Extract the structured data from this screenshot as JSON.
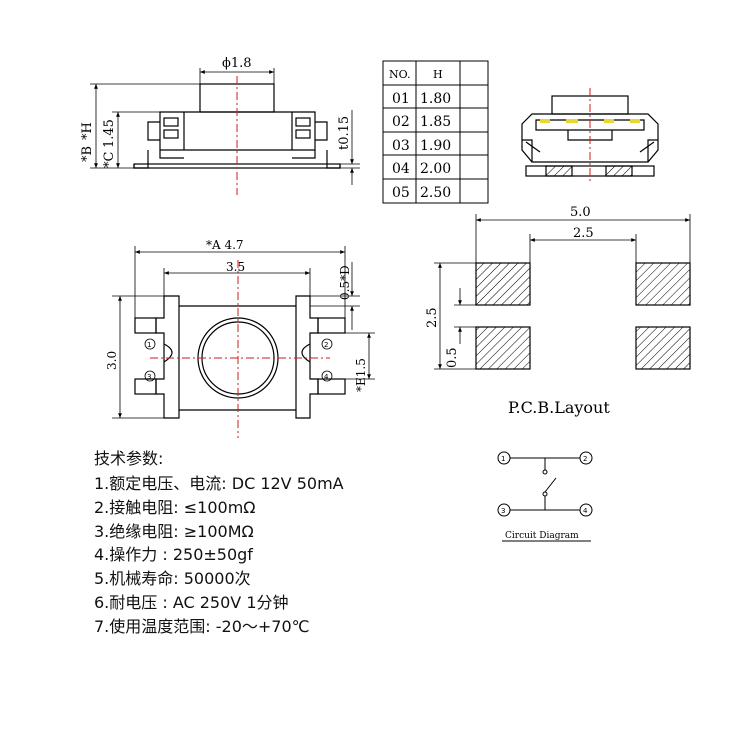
{
  "top_view": {
    "diameter_label": "ϕ1.8",
    "height_label": "*H",
    "b_label": "*B",
    "c_label": "*C",
    "c_value": "1.45",
    "t_label": "t0.15"
  },
  "height_table": {
    "headers": [
      "NO.",
      "H"
    ],
    "rows": [
      {
        "no": "01",
        "h": "1.80"
      },
      {
        "no": "02",
        "h": "1.85"
      },
      {
        "no": "03",
        "h": "1.90"
      },
      {
        "no": "04",
        "h": "2.00"
      },
      {
        "no": "05",
        "h": "2.50"
      }
    ]
  },
  "front_view": {
    "width_label": "*A 4.7",
    "body_width": "3.5",
    "height": "3.0",
    "d_label": "0.5*D",
    "e_label": "*E1.5",
    "pins": [
      "①",
      "②",
      "③",
      "④"
    ]
  },
  "pcb": {
    "title": "P.C.B.Layout",
    "outer_width": "5.0",
    "inner_width": "2.5",
    "total_height": "2.5",
    "gap": "0.5"
  },
  "circuit": {
    "label": "Circuit Diagram",
    "pins": [
      "①",
      "②",
      "③",
      "④"
    ]
  },
  "specs": {
    "title": "技术参数:",
    "items": [
      "1.额定电压、电流: DC 12V 50mA",
      "2.接触电阻: ≤100mΩ",
      "3.绝缘电阻: ≥100MΩ",
      "4.操作力  : 250±50gf",
      "5.机械寿命: 50000次",
      "6.耐电压  : AC 250V 1分钟",
      "7.使用温度范围: -20～+70℃"
    ]
  },
  "colors": {
    "line": "#000000",
    "center_line": "#d11919",
    "contact_highlight": "#e8d830"
  }
}
